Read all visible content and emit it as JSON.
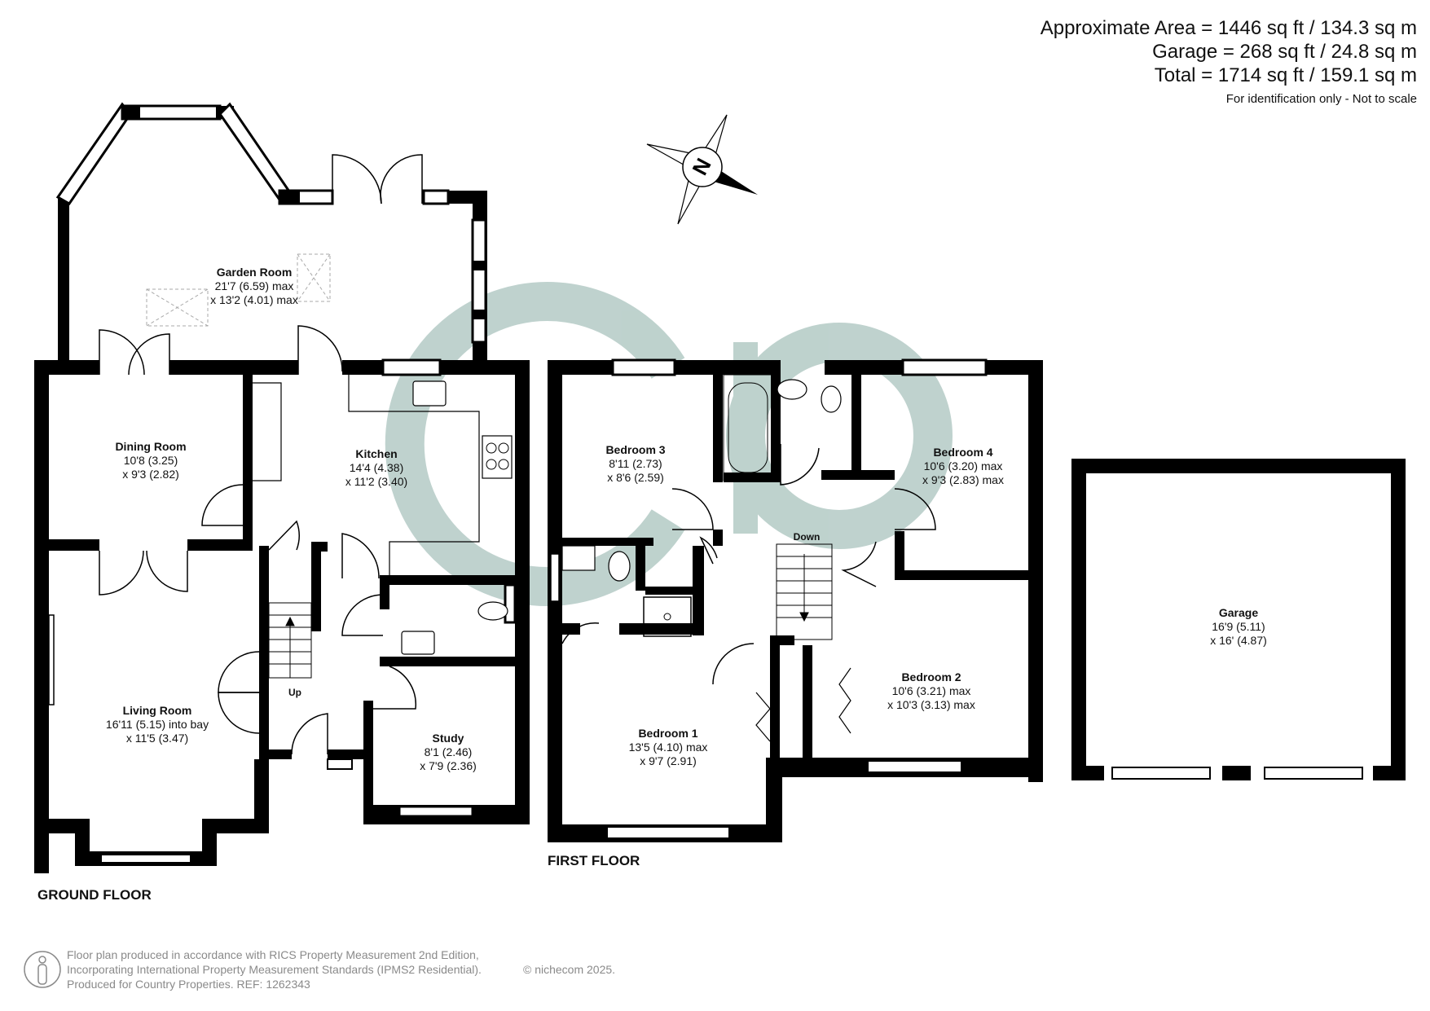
{
  "areas": {
    "approximate": "Approximate Area = 1446 sq ft / 134.3 sq m",
    "garage": "Garage = 268 sq ft / 24.8 sq m",
    "total": "Total = 1714 sq ft / 159.1 sq m",
    "note": "For identification only - Not to scale"
  },
  "compass": {
    "letter": "N"
  },
  "watermark": {
    "text": "CP",
    "color": "#a9c3bd"
  },
  "wall_color": "#000000",
  "floors": {
    "ground": "GROUND FLOOR",
    "first": "FIRST FLOOR"
  },
  "rooms": {
    "garden_room": {
      "name": "Garden Room",
      "dim1": "21'7 (6.59) max",
      "dim2": "x 13'2 (4.01) max"
    },
    "dining_room": {
      "name": "Dining Room",
      "dim1": "10'8 (3.25)",
      "dim2": "x 9'3 (2.82)"
    },
    "kitchen": {
      "name": "Kitchen",
      "dim1": "14'4 (4.38)",
      "dim2": "x 11'2 (3.40)"
    },
    "living_room": {
      "name": "Living Room",
      "dim1": "16'11 (5.15) into bay",
      "dim2": "x 11'5 (3.47)"
    },
    "study": {
      "name": "Study",
      "dim1": "8'1 (2.46)",
      "dim2": "x 7'9 (2.36)"
    },
    "bedroom_3": {
      "name": "Bedroom 3",
      "dim1": "8'11 (2.73)",
      "dim2": "x 8'6 (2.59)"
    },
    "bedroom_4": {
      "name": "Bedroom 4",
      "dim1": "10'6 (3.20) max",
      "dim2": "x 9'3 (2.83) max"
    },
    "bedroom_1": {
      "name": "Bedroom 1",
      "dim1": "13'5 (4.10) max",
      "dim2": "x 9'7 (2.91)"
    },
    "bedroom_2": {
      "name": "Bedroom 2",
      "dim1": "10'6 (3.21) max",
      "dim2": "x 10'3 (3.13) max"
    },
    "garage": {
      "name": "Garage",
      "dim1": "16'9 (5.11)",
      "dim2": "x 16' (4.87)"
    }
  },
  "stairs": {
    "up": "Up",
    "down": "Down"
  },
  "footer": {
    "line1": "Floor plan produced in accordance with RICS Property Measurement 2nd Edition,",
    "line2": "Incorporating International Property Measurement Standards (IPMS2 Residential).",
    "line3": "Produced for Country Properties.   REF: 1262343",
    "copyright": "© nichecom 2025."
  }
}
